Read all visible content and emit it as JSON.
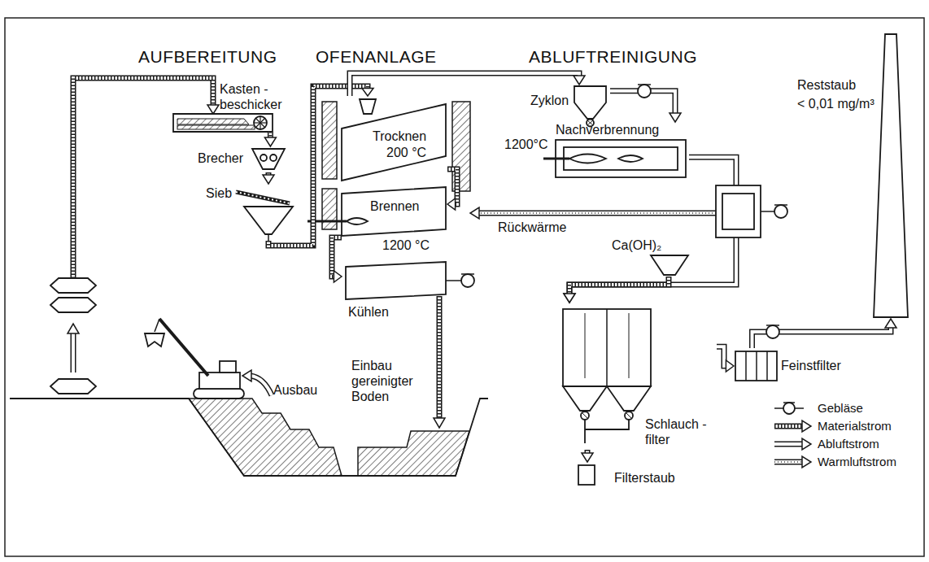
{
  "diagram": {
    "nodes": [
      {
        "text": [
          "Kasten - beschicker"
        ]
      },
      {
        "text": [
          "Brecher"
        ]
      },
      {
        "text": [
          "Sieb"
        ]
      },
      {
        "text": [
          "Trocknen",
          "200 °C"
        ]
      },
      {
        "text": [
          "Brennen",
          "1200 °C"
        ]
      },
      {
        "text": [
          "Kühlen"
        ]
      },
      {
        "text": [
          "Zyklon"
        ]
      },
      {
        "text": [
          "Nachverbrennung",
          "1200°C"
        ]
      },
      {
        "text": [
          "Reststaub",
          "< 0,01 mg/m³"
        ]
      },
      {
        "text": [
          "Ca(OH)₂"
        ]
      },
      {
        "text": [
          "Schlauch - filter"
        ]
      },
      {
        "text": [
          "Filterstaub"
        ]
      },
      {
        "text": [
          "Feinstfilter"
        ]
      }
    ],
    "edges": [
      {
        "from": 0,
        "to": 1,
        "arrow": "to"
      },
      {
        "from": 1,
        "to": 2,
        "arrow": "to"
      },
      {
        "from": 2,
        "to": 3,
        "arrow": "to"
      },
      {
        "from": 3,
        "to": 4,
        "arrow": "to"
      },
      {
        "from": 4,
        "to": 5,
        "arrow": "to"
      },
      {
        "from": 3,
        "to": 6,
        "arrow": "to"
      },
      {
        "from": 6,
        "to": 7,
        "arrow": "to"
      },
      {
        "from": 7,
        "to": 10,
        "arrow": "to"
      },
      {
        "from": 9,
        "to": 10,
        "arrow": "to"
      },
      {
        "from": 10,
        "to": 11,
        "arrow": "to"
      },
      {
        "from": 10,
        "to": 12,
        "arrow": "to"
      },
      {
        "from": 12,
        "to": 8,
        "arrow": "to"
      }
    ],
    "labels": [
      "AUFBEREITUNG",
      "OFENANLAGE",
      "ABLUFTREINIGUNG",
      "Rückwärme",
      "Ausbau",
      "Einbau gereinigter Boden"
    ],
    "legend": [
      {
        "text": "Gebläse"
      },
      {
        "text": "Materialstrom"
      },
      {
        "text": "Abluftstrom"
      },
      {
        "text": "Warmluftstrom"
      }
    ]
  }
}
